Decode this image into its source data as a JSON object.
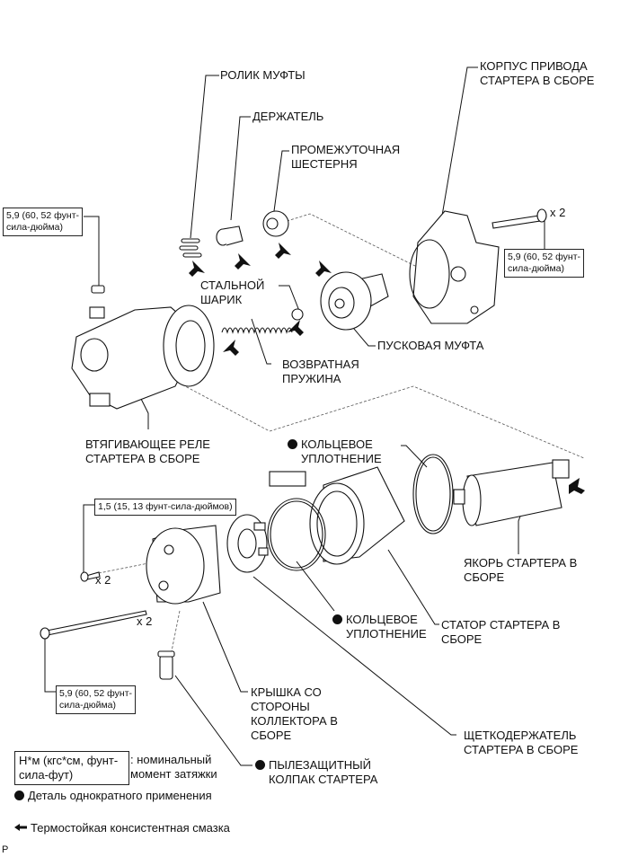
{
  "labels": {
    "clutch_roller": "РОЛИК МУФТЫ",
    "retainer": "ДЕРЖАТЕЛЬ",
    "idle_gear": "ПРОМЕЖУТОЧНАЯ\nШЕСТЕРНЯ",
    "drive_housing": "КОРПУС ПРИВОДА\nСТАРТЕРА В СБОРЕ",
    "steel_ball": "СТАЛЬНОЙ\nШАРИК",
    "starter_clutch": "ПУСКОВАЯ МУФТА",
    "return_spring": "ВОЗВРАТНАЯ\nПРУЖИНА",
    "solenoid": "ВТЯГИВАЮЩЕЕ РЕЛЕ\nСТАРТЕРА В СБОРЕ",
    "o_ring_top": "КОЛЬЦЕВОЕ\nУПЛОТНЕНИЕ",
    "armature": "ЯКОРЬ СТАРТЕРА В\nСБОРЕ",
    "o_ring_bottom": "КОЛЬЦЕВОЕ\nУПЛОТНЕНИЕ",
    "yoke": "СТАТОР СТАРТЕРА В\nСБОРЕ",
    "commutator_cover": "КРЫШКА СО\nСТОРОНЫ\nКОЛЛЕКТОРА В\nСБОРЕ",
    "brush_holder": "ЩЕТКОДЕРЖАТЕЛЬ\nСТАРТЕРА В СБОРЕ",
    "dust_cap": "ПЫЛЕЗАЩИТНЫЙ\nКОЛПАК СТАРТЕРА"
  },
  "torques": {
    "solenoid_nut": "5,9 (60, 52 фунт-\nсила-дюйма)",
    "housing_bolt": "5,9 (60, 52 фунт-\nсила-дюйма)",
    "cover_screw": "1,5 (15, 13 фунт-сила-дюймов)",
    "through_bolt": "5,9 (60, 52 фунт-\nсила-дюйма)"
  },
  "quantities": {
    "housing_bolt": "x 2",
    "cover_screw": "x 2",
    "through_bolt": "x 2"
  },
  "legend": {
    "torque_units": "Н*м (кгс*см, фунт-\nсила-фут)",
    "torque_desc": ": номинальный\nмомент затяжки",
    "non_reusable": "Деталь однократного применения",
    "grease": "Термостойкая консистентная смазка"
  },
  "corner_code": "P"
}
